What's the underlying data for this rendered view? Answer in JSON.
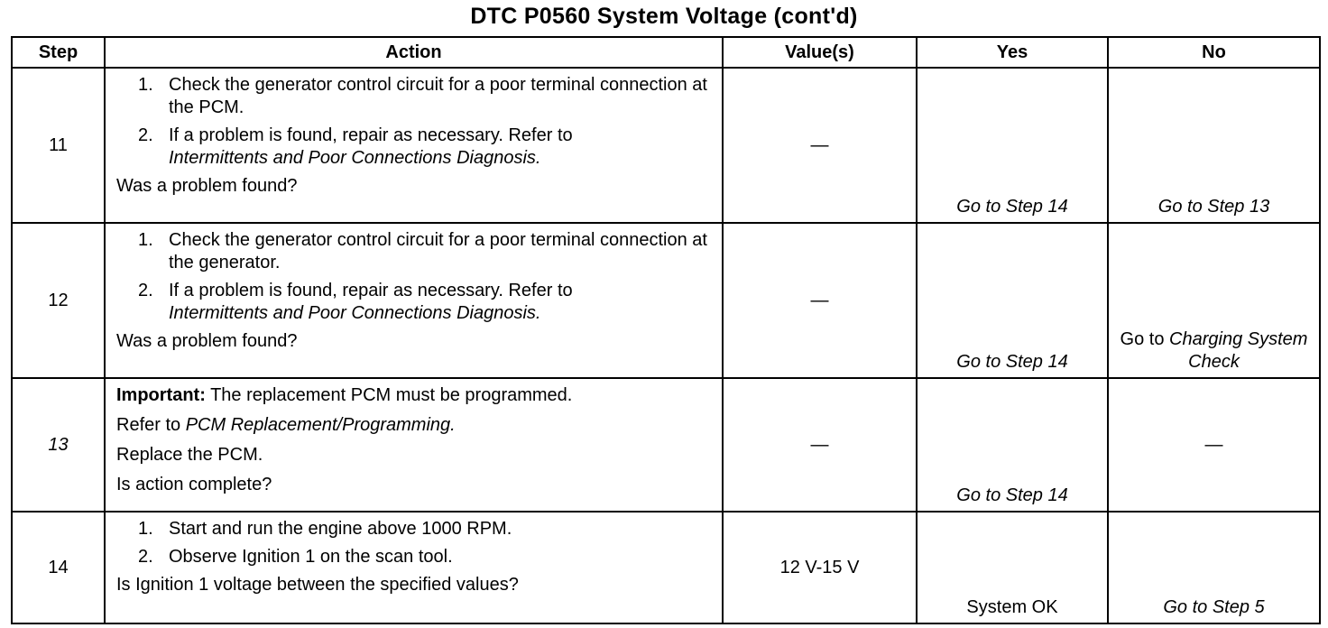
{
  "title": "DTC P0560 System Voltage  (cont'd)",
  "headers": {
    "step": "Step",
    "action": "Action",
    "values": "Value(s)",
    "yes": "Yes",
    "no": "No"
  },
  "rows": [
    {
      "step": "11",
      "items": [
        {
          "num": "1.",
          "text": "Check the generator control circuit for a poor terminal connection at the PCM."
        },
        {
          "num": "2.",
          "text": "If a problem is found, repair as necessary. Refer to",
          "ref": "Intermittents and Poor Connections Diagnosis."
        }
      ],
      "question": "Was a problem found?",
      "value": "—",
      "yes": "Go to Step 14",
      "no": "Go to Step 13"
    },
    {
      "step": "12",
      "items": [
        {
          "num": "1.",
          "text": "Check the generator control circuit for a poor terminal connection at the generator."
        },
        {
          "num": "2.",
          "text": "If a problem is found, repair as necessary. Refer to",
          "ref": "Intermittents and Poor Connections Diagnosis."
        }
      ],
      "question": "Was a problem found?",
      "value": "—",
      "yes": "Go to Step 14",
      "no_prefix": "Go to",
      "no_link": "Charging System Check"
    },
    {
      "step": "13",
      "important_label": "Important:",
      "important_text": "The replacement PCM must be programmed.",
      "refer_prefix": "Refer to",
      "refer_link": "PCM Replacement/Programming.",
      "instruction": "Replace the PCM.",
      "question": "Is action complete?",
      "value": "—",
      "yes": "Go to Step 14",
      "no": "—"
    },
    {
      "step": "14",
      "items": [
        {
          "num": "1.",
          "text": "Start and run the engine above 1000 RPM."
        },
        {
          "num": "2.",
          "text": "Observe Ignition 1 on the scan tool."
        }
      ],
      "question": "Is Ignition 1 voltage between the specified values?",
      "value": "12 V-15 V",
      "yes": "System OK",
      "no": "Go to Step 5"
    }
  ]
}
